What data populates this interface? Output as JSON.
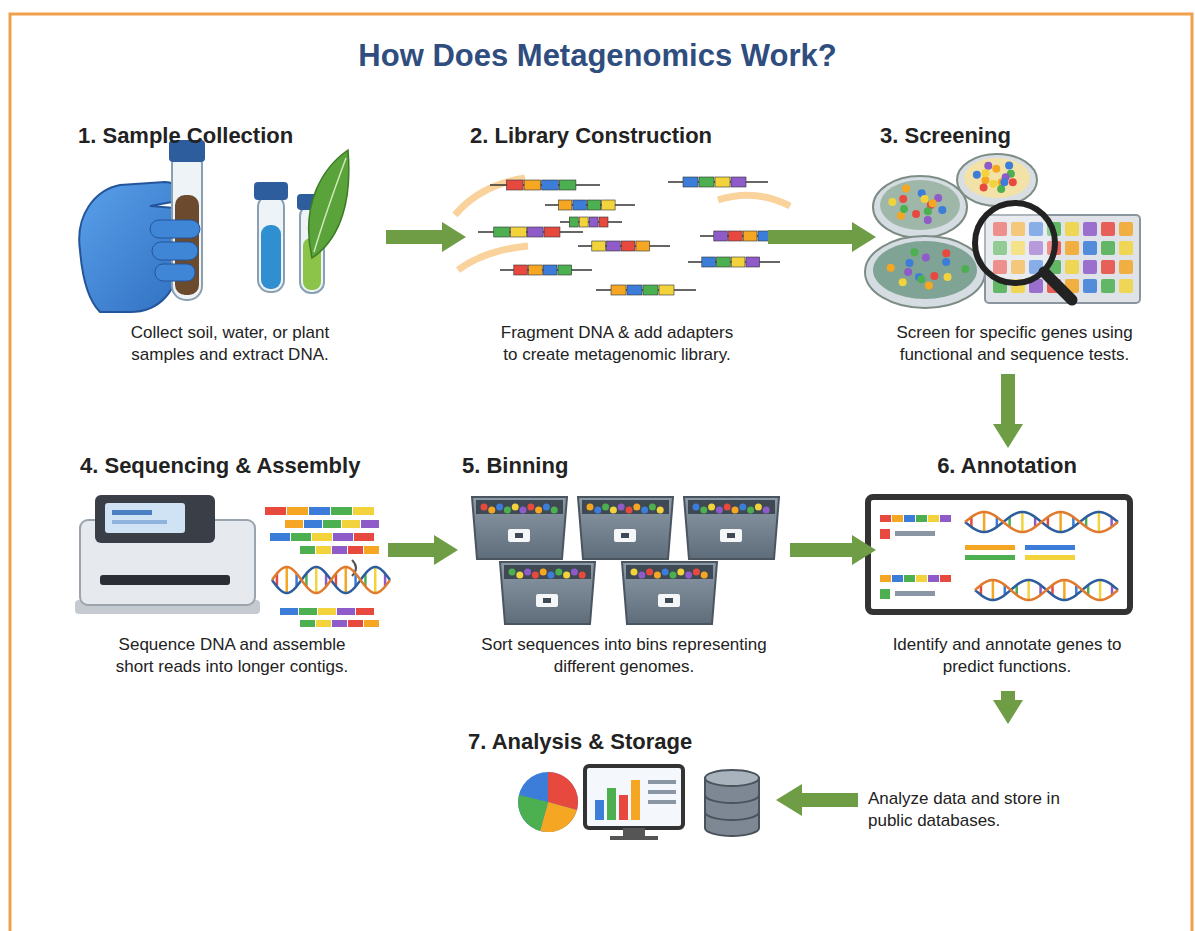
{
  "diagram": {
    "title": "How Does Metagenomics Work?",
    "nodes": [
      {
        "text": [
          "1. Sample Collection",
          "Collect soil, water, or plant samples and extract DNA."
        ]
      },
      {
        "text": [
          "2. Library Construction",
          "Fragment DNA & add adapters to create metagenomic library."
        ]
      },
      {
        "text": [
          "3. Screening",
          "Screen for specific genes using functional and sequence tests."
        ]
      },
      {
        "text": [
          "4. Sequencing & Assembly",
          "Sequence DNA and assemble short reads into longer contigs."
        ]
      },
      {
        "text": [
          "5. Binning",
          "Sort sequences into bins representing different genomes."
        ]
      },
      {
        "text": [
          "6. Annotation",
          "Identify and annotate genes to predict functions."
        ]
      },
      {
        "text": [
          "7. Analysis & Storage",
          "Analyze data and store in public databases."
        ]
      }
    ],
    "edges": [
      {
        "from": 0,
        "to": 1,
        "arrow": "to"
      },
      {
        "from": 1,
        "to": 2,
        "arrow": "to"
      },
      {
        "from": 2,
        "to": 5,
        "arrow": "to"
      },
      {
        "from": 3,
        "to": 4,
        "arrow": "to"
      },
      {
        "from": 4,
        "to": 5,
        "arrow": "to"
      },
      {
        "from": 5,
        "to": 6,
        "arrow": "to"
      }
    ]
  }
}
